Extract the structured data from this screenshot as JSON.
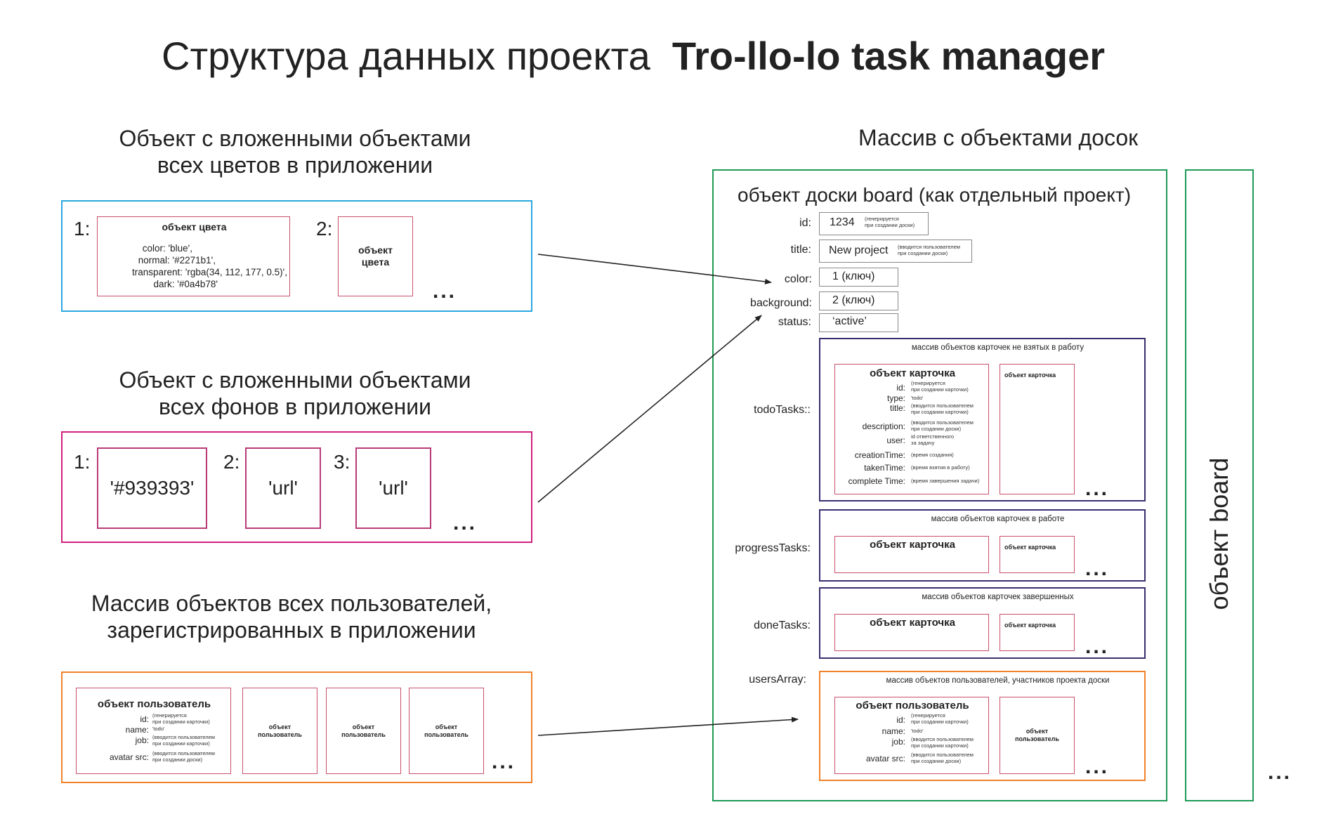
{
  "title": {
    "part1": "Структура данных проекта",
    "part2": "Tro-llo-lo task manager"
  },
  "colors_section": {
    "heading1": "Объект с вложенными объектами",
    "heading2": "всех цветов в приложении",
    "item1_num": "1:",
    "item1_title": "объект цвета",
    "item1_lines": [
      "color: 'blue',",
      "normal: '#2271b1',",
      "transparent: 'rgba(34, 112, 177, 0.5)',",
      "dark: '#0a4b78'"
    ],
    "item2_num": "2:",
    "item2_title": "объект цвета",
    "ellipsis": "..."
  },
  "backgrounds_section": {
    "heading1": "Объект с вложенными объектами",
    "heading2": "всех фонов в приложении",
    "items": [
      {
        "num": "1:",
        "value": "'#939393'"
      },
      {
        "num": "2:",
        "value": "'url'"
      },
      {
        "num": "3:",
        "value": "'url'"
      }
    ],
    "ellipsis": "..."
  },
  "users_section": {
    "heading1": "Массив объектов всех пользователей,",
    "heading2": "зарегистрированных в приложении",
    "user_title": "объект пользователь",
    "fields": [
      {
        "label": "id:",
        "note1": "(генерируется",
        "note2": "при создании карточки)"
      },
      {
        "label": "name:",
        "note1": "'todo'",
        "note2": ""
      },
      {
        "label": "job:",
        "note1": "(вводится пользователем",
        "note2": "при создании карточки)"
      },
      {
        "label": "avatar src:",
        "note1": "(вводится пользователем",
        "note2": "при создании доски)"
      }
    ],
    "small_user": {
      "line1": "объект",
      "line2": "пользователь"
    },
    "ellipsis": "..."
  },
  "boards_section": {
    "heading": "Массив с объектами досок",
    "board_title": "объект доски board (как отдельный проект)",
    "id": {
      "label": "id:",
      "value": "1234",
      "note1": "(генерируется",
      "note2": "при создании доски)"
    },
    "title_field": {
      "label": "title:",
      "value": "New project",
      "note1": "(вводится пользователем",
      "note2": "при создании доски)"
    },
    "color": {
      "label": "color:",
      "value": "1 (ключ)"
    },
    "background": {
      "label": "background:",
      "value": "2 (ключ)"
    },
    "status": {
      "label": "status:",
      "value": "‘active’"
    },
    "todo": {
      "label": "todoTasks::",
      "caption": "массив объектов карточек не взятых в работу",
      "card_title": "объект карточка",
      "fields": [
        {
          "label": "id:",
          "note1": "(генерируется",
          "note2": "при создании карточки)"
        },
        {
          "label": "type:",
          "note1": "'todo'",
          "note2": ""
        },
        {
          "label": "title:",
          "note1": "(вводится пользователем",
          "note2": "при создании карточки)"
        },
        {
          "label": "description:",
          "note1": "(вводится пользователем",
          "note2": "при создании доски)"
        },
        {
          "label": "user:",
          "note1": "id ответственного",
          "note2": "за задачу"
        },
        {
          "label": "creationTime:",
          "note1": "(время создания)",
          "note2": ""
        },
        {
          "label": "takenTime:",
          "note1": "(время взятия в работу)",
          "note2": ""
        },
        {
          "label": "complete Time:",
          "note1": "(время завершения задачи)",
          "note2": ""
        }
      ],
      "small_card": "объект карточка"
    },
    "progress": {
      "label": "progressTasks:",
      "caption": "массив объектов карточек в работе",
      "card_title": "объект карточка",
      "small_card": "объект карточка"
    },
    "done": {
      "label": "doneTasks:",
      "caption": "массив объектов карточек завершенных",
      "card_title": "объект карточка",
      "small_card": "объект карточка"
    },
    "users": {
      "label": "usersArray:",
      "caption": "массив объектов пользователей, участников проекта доски",
      "user_title": "объект пользователь",
      "small_user": {
        "line1": "объект",
        "line2": "пользователь"
      }
    },
    "second_board": "объект board",
    "ellipsis": "..."
  },
  "palette": {
    "colors_border": "#29a8e0",
    "backgrounds_border": "#d0207e",
    "users_border": "#f0822a",
    "board_border": "#1f9a55",
    "tasks_border": "#3a2f6e",
    "card_border": "#c8506a"
  }
}
